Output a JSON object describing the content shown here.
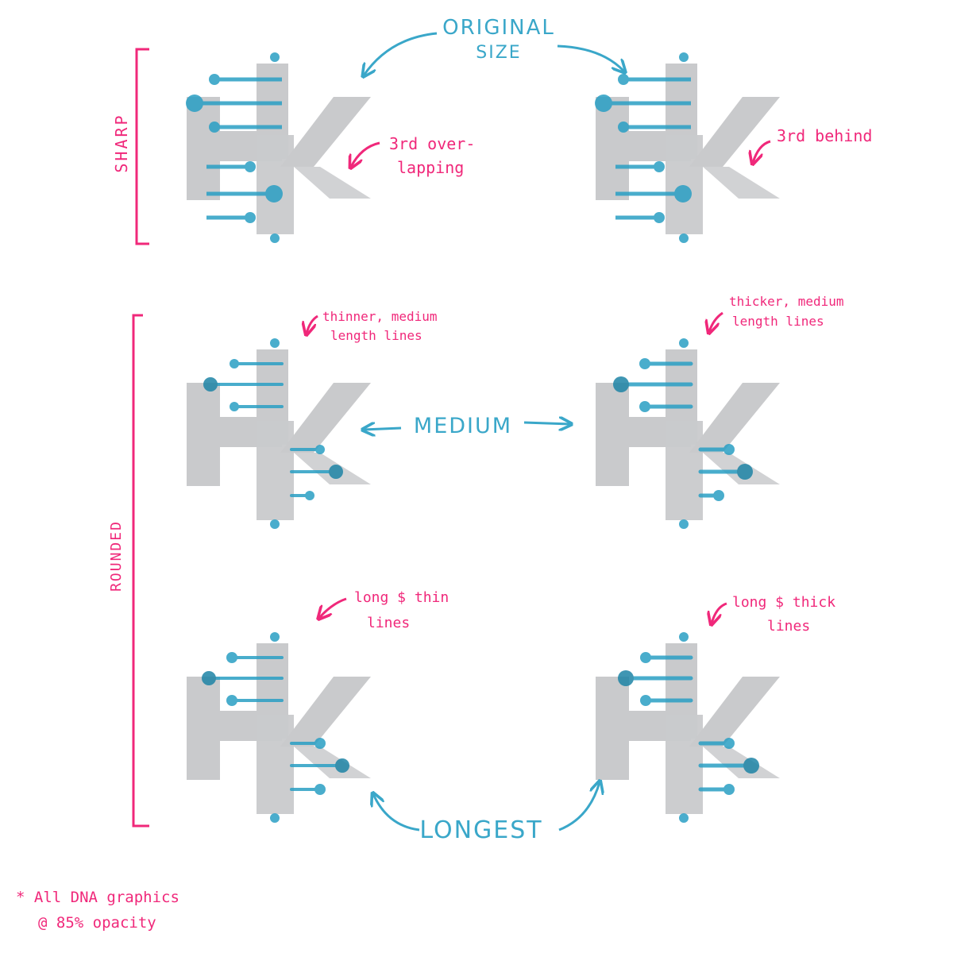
{
  "colors": {
    "gray": "#c9cacc",
    "blue": "#2a9fc4",
    "blue_dark": "#1e84a6",
    "pink": "#f0287a",
    "label_blue": "#3aa7c9"
  },
  "labels": {
    "original_line1": "ORIGINAL",
    "original_line2": "SIZE",
    "medium": "MEDIUM",
    "longest": "LONGEST",
    "sharp": "SHARP",
    "rounded": "ROUNDED"
  },
  "notes": {
    "sharp_left": [
      "3rd over-",
      "lapping"
    ],
    "sharp_right": [
      "3rd behind"
    ],
    "medium_left": [
      "thinner, medium",
      "length lines"
    ],
    "medium_right": [
      "thicker, medium",
      "length lines"
    ],
    "longest_left": [
      "long $ thin",
      "lines"
    ],
    "longest_right": [
      "long $ thick",
      "lines"
    ]
  },
  "footnote": {
    "line1": "* All DNA graphics",
    "line2": "@ 85% opacity"
  },
  "variants": [
    {
      "id": "sharp-overlapping",
      "group": "sharp",
      "line_style": "original",
      "third": "overlapping"
    },
    {
      "id": "sharp-behind",
      "group": "sharp",
      "line_style": "original",
      "third": "behind"
    },
    {
      "id": "rounded-medium-thin",
      "group": "rounded",
      "line_style": "medium-thin"
    },
    {
      "id": "rounded-medium-thick",
      "group": "rounded",
      "line_style": "medium-thick"
    },
    {
      "id": "rounded-long-thin",
      "group": "rounded",
      "line_style": "long-thin"
    },
    {
      "id": "rounded-long-thick",
      "group": "rounded",
      "line_style": "long-thick"
    }
  ]
}
